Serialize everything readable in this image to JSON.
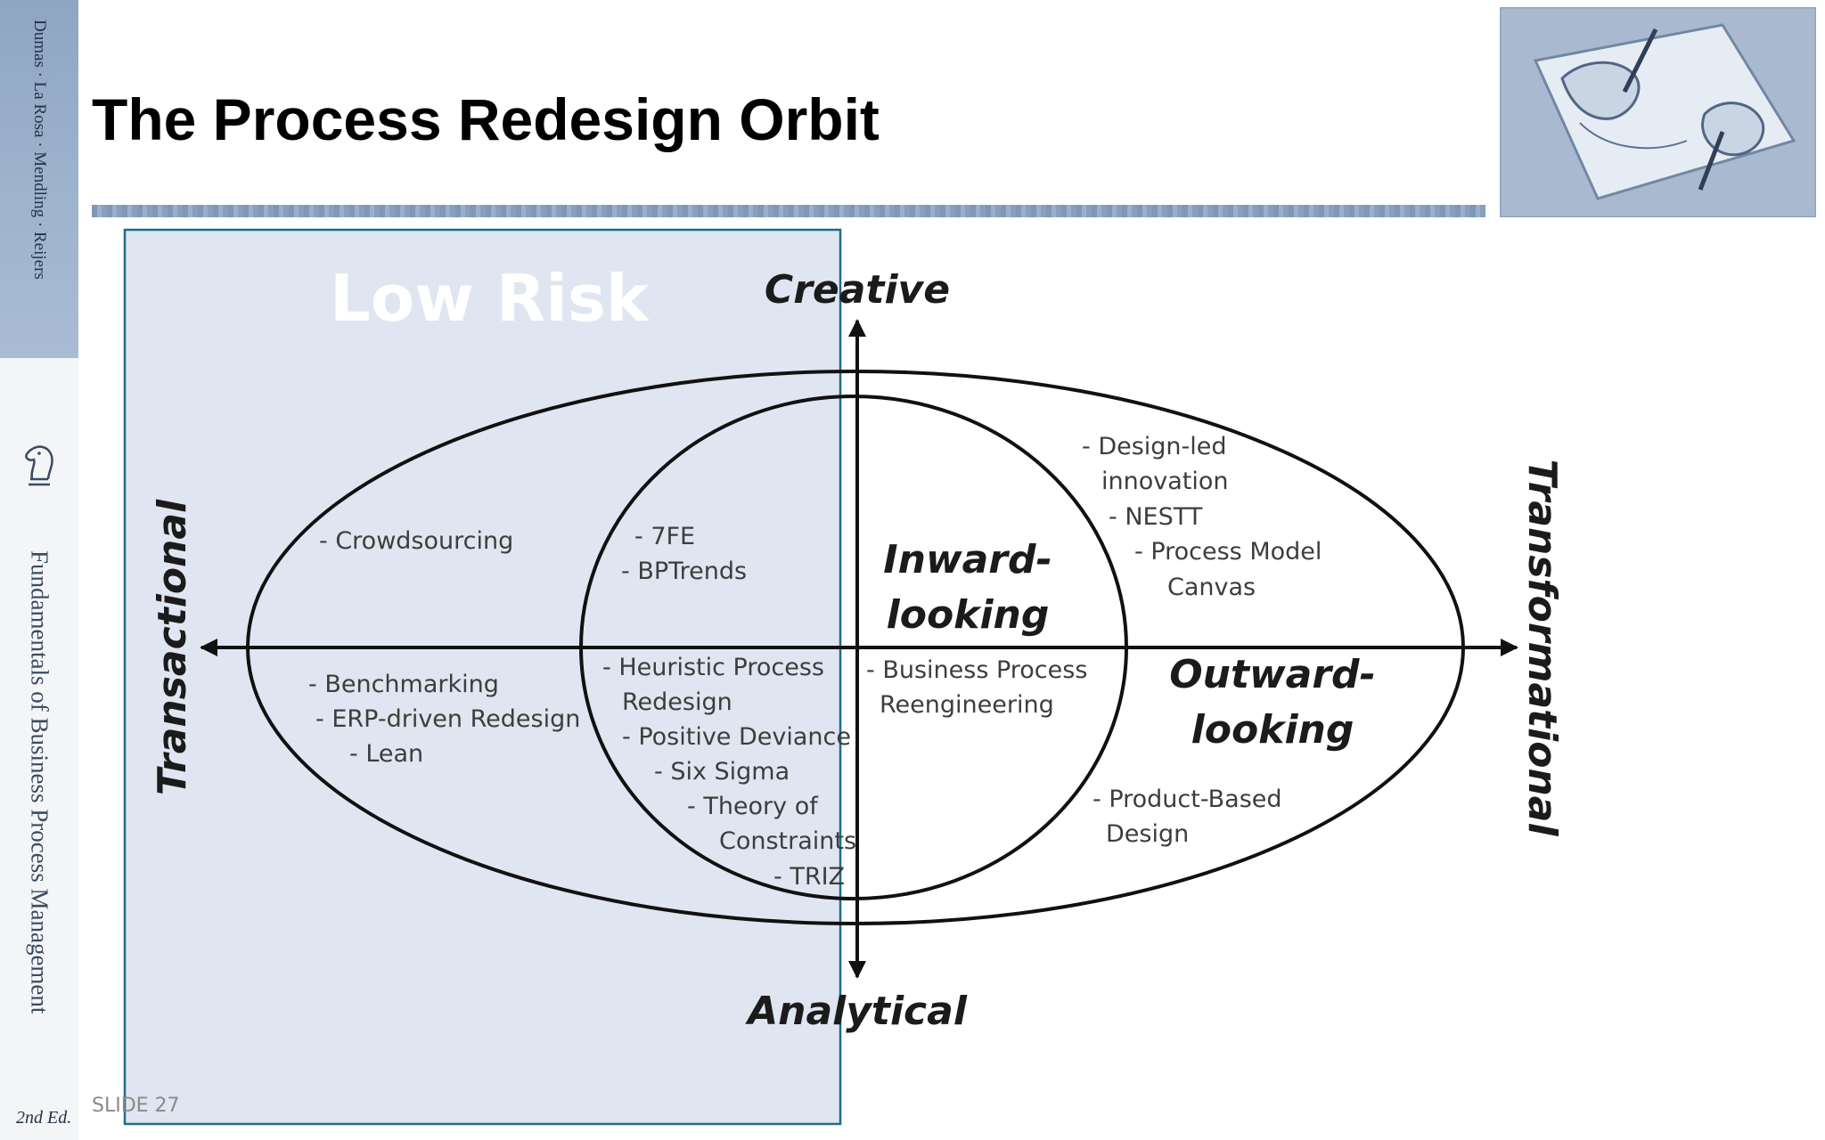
{
  "slide": {
    "title": "The Process Redesign Orbit",
    "slide_number": "SLIDE 27"
  },
  "spine": {
    "authors": "Dumas · La Rosa · Mendling · Reijers",
    "book_title": "Fundamentals of Business Process Management",
    "edition": "2nd Ed.",
    "logo_icon": "knight-chess-icon"
  },
  "corner_image": {
    "icon": "hands-drawing-icon"
  },
  "overlay": {
    "label": "Low Risk"
  },
  "axes": {
    "top": "Creative",
    "bottom": "Analytical",
    "left": "Transactional",
    "right": "Transformational"
  },
  "circle_labels": {
    "inward": [
      "Inward-",
      "looking"
    ],
    "outward": [
      "Outward-",
      "looking"
    ]
  },
  "items": {
    "crowdsourcing": "- Crowdsourcing",
    "sevenfe": "- 7FE",
    "bptrends": "- BPTrends",
    "design_led_1": "- Design-led",
    "design_led_2": "innovation",
    "nestt": "- NESTT",
    "pmc_1": "- Process Model",
    "pmc_2": "Canvas",
    "benchmarking": "- Benchmarking",
    "erp": "- ERP-driven Redesign",
    "lean": "- Lean",
    "heuristic_1": "- Heuristic Process",
    "heuristic_2": "Redesign",
    "positive_deviance": "- Positive Deviance",
    "six_sigma": "- Six Sigma",
    "toc_1": "- Theory of",
    "toc_2": "Constraints",
    "triz": "- TRIZ",
    "bpr_1": "- Business Process",
    "bpr_2": "Reengineering",
    "pbd_1": "- Product-Based",
    "pbd_2": "Design"
  },
  "colors": {
    "overlay_fill": "#dfe6f1",
    "overlay_border": "#1f6e86",
    "spine_blue": "#9eb3cc"
  }
}
